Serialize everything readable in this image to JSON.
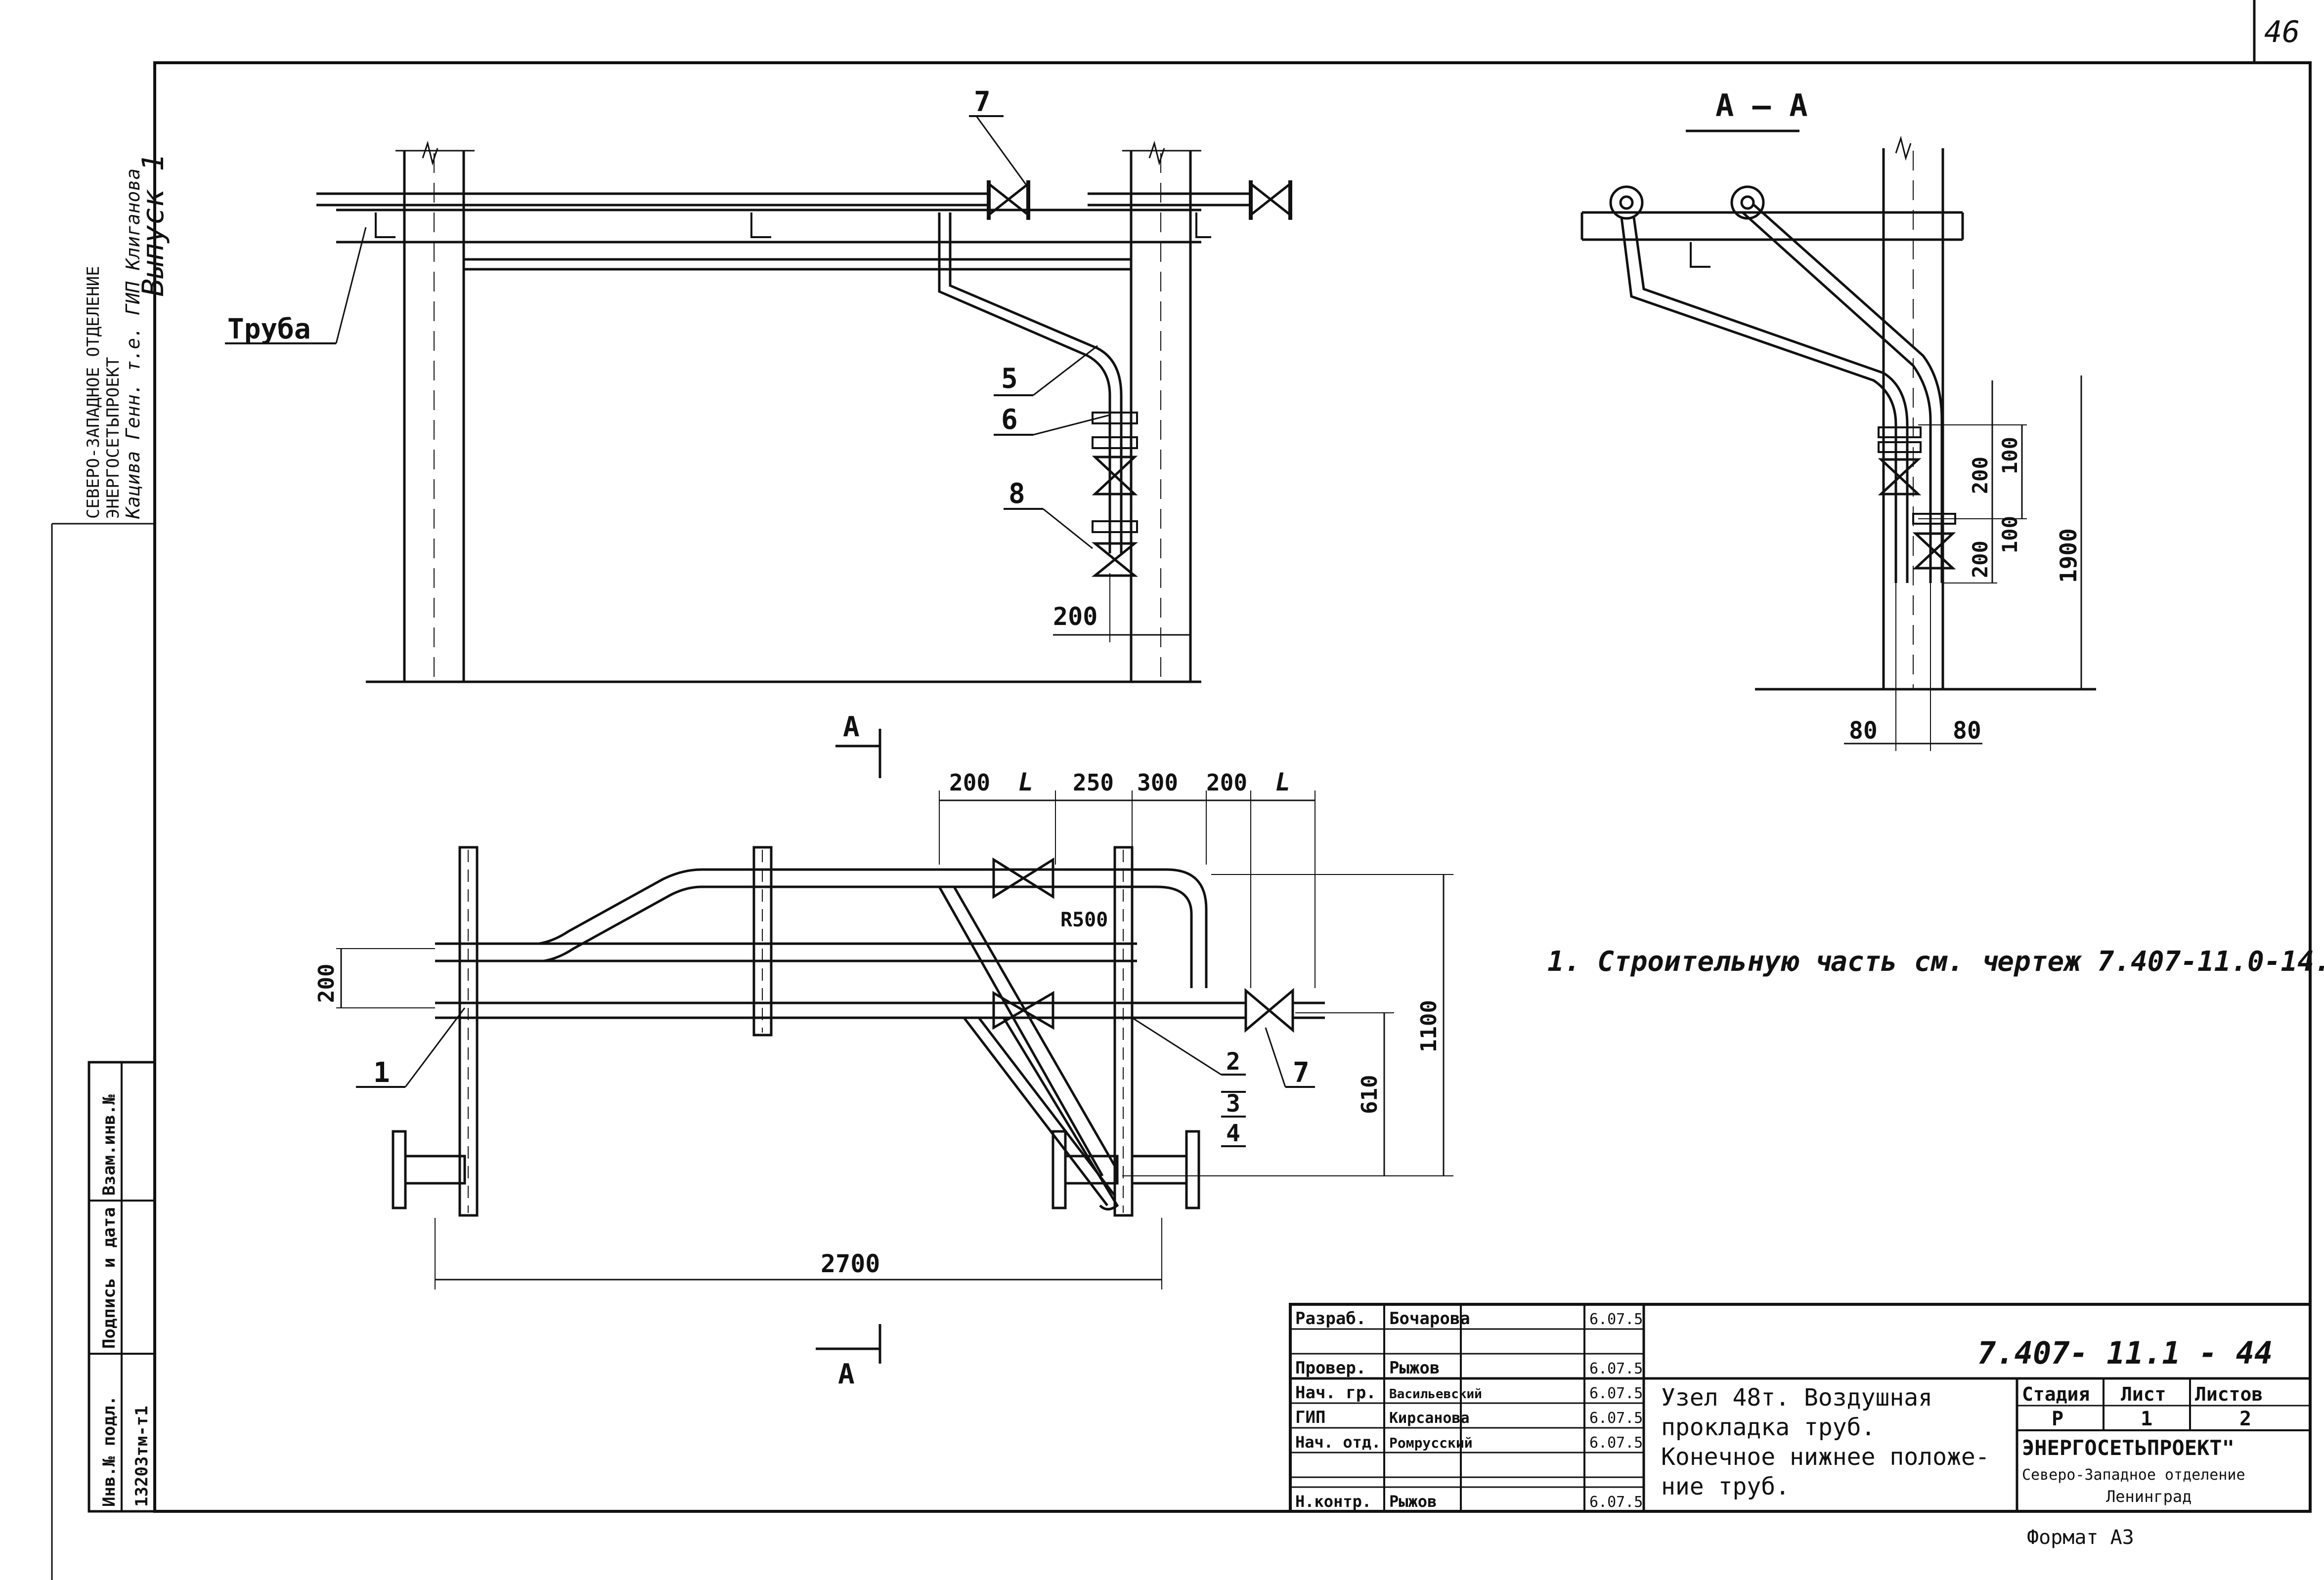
{
  "sheet_number": "46",
  "stamp": {
    "line1": "СЕВЕРО-ЗАПАДНОЕ ОТДЕЛЕНИЕ",
    "line2": "ЭНЕРГОСЕТЬПРОЕКТ",
    "signature": "Кацива Генн. т.е. ГИП Клиганова",
    "issue": "Выпуск 1"
  },
  "left_stamps": {
    "inv_podl": "Инв.№ подл.",
    "podpis_data": "Подпись и дата",
    "vzam_inv": "Взам.инв.№",
    "inv_number": "13203тм-т1"
  },
  "elevation_view": {
    "label_truba": "Труба",
    "callouts": [
      "7",
      "5",
      "6",
      "8"
    ],
    "dim_200": "200"
  },
  "section_view": {
    "title": "А — А",
    "dims": [
      "200",
      "100",
      "100",
      "200",
      "1900",
      "80",
      "80"
    ]
  },
  "plan_view": {
    "section_mark": "А",
    "top_dims": [
      "200",
      "L",
      "250",
      "300",
      "200",
      "L"
    ],
    "radius_label": "R500",
    "left_dim": "200",
    "right_dims": [
      "610",
      "1100"
    ],
    "bottom_dim": "2700",
    "callouts": [
      "1",
      "2",
      "3",
      "4",
      "7"
    ]
  },
  "note": "1. Строительную часть см. чертеж  7.407-11.0-14.",
  "title_block": {
    "code": "7.407- 11.1 - 44",
    "rows": [
      {
        "role": "Разраб.",
        "name": "Бочарова",
        "date": "6.07.5"
      },
      {
        "role": "Провер.",
        "name": "Рыжов",
        "date": "6.07.5"
      },
      {
        "role": "Нач. гр.",
        "name": "Васильевский",
        "date": "6.07.5"
      },
      {
        "role": "ГИП",
        "name": "Кирсанова",
        "date": "6.07.5"
      },
      {
        "role": "Нач. отд.",
        "name": "Ромрусский",
        "date": "6.07.5"
      },
      {
        "role": "Н.контр.",
        "name": "Рыжов",
        "date": "6.07.5"
      }
    ],
    "description": [
      "Узел 48т.  Воздушная",
      "прокладка   труб.",
      "Конечное  нижнее положе-",
      "ние труб."
    ],
    "stage_header": "Стадия",
    "sheet_header": "Лист",
    "sheets_header": "Листов",
    "stage": "Р",
    "sheet": "1",
    "sheets": "2",
    "org1": "ЭНЕРГОСЕТЬПРОЕКТ\"",
    "org2": "Северо-Западное отделение",
    "org3": "Ленинград"
  },
  "format": "Формат А3"
}
